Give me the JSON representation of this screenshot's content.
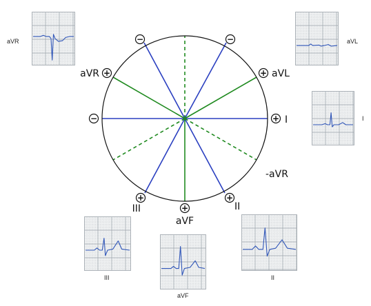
{
  "diagram": {
    "axis_labels": {
      "avr": "aVR",
      "avl": "aVL",
      "i": "I",
      "neg_avr": "-aVR",
      "ii": "II",
      "avf": "aVF",
      "iii": "III"
    },
    "pole_symbols": {
      "positive": "+",
      "negative": "−"
    },
    "colors": {
      "circle": "#111111",
      "limb_leads": "#2a3fc0",
      "augmented_leads": "#1f8a1f",
      "trace": "#2f55b8",
      "grid_bg": "#eef0f1",
      "grid_line": "#9aa2a8"
    }
  },
  "ecg_panels": {
    "avr": {
      "label": "aVR"
    },
    "avl": {
      "label": "aVL"
    },
    "i": {
      "label": "I"
    },
    "iii": {
      "label": "III"
    },
    "avf": {
      "label": "aVF"
    },
    "ii": {
      "label": "II"
    }
  }
}
